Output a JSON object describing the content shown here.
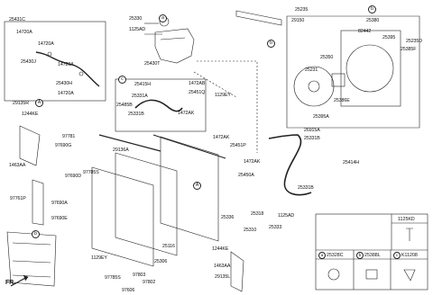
{
  "parts": {
    "p25431C": "25431C",
    "p14720A_1": "14720A",
    "p14720A_2": "14720A",
    "p25430J": "25430J",
    "p14720A_3": "14720A",
    "p25430H": "25430H",
    "p14720A_4": "14720A",
    "p25330": "25330",
    "p1125AD_top": "1125AD",
    "p25430T": "25430T",
    "p25235": "25235",
    "p29150": "29150",
    "p25380": "25380",
    "p82442": "82442",
    "p25395": "25395",
    "p25235D": "25235D",
    "p25385F": "25385F",
    "p25350": "25350",
    "p25231": "25231",
    "p25386E": "25386E",
    "p25395A": "25395A",
    "p25415H": "25415H",
    "p25331A": "25331A",
    "p25485B": "25485B",
    "p25331B_a": "25331B",
    "p1472AB": "1472AB",
    "p25451Q": "25451Q",
    "p1129EY_top": "1129EY",
    "p1472AK_1": "1472AK",
    "p1472AK_2": "1472AK",
    "p25451P": "25451P",
    "p1472AK_3": "1472AK",
    "p29135R": "29135R",
    "p1244KE_top": "1244KE",
    "p1463AA_top": "1463AA",
    "p97781": "97781",
    "p97690G": "97690G",
    "p97690D": "97690D",
    "p97785S_top": "97785S",
    "p29136A": "29136A",
    "p25450A": "25450A",
    "p26915A": "26915A",
    "p25331B_b": "25331B",
    "p25414H": "25414H",
    "p25331B_c": "25331B",
    "p97761P": "97761P",
    "p97690A": "97690A",
    "p97690E": "97690E",
    "p25318": "25318",
    "p25336": "25336",
    "p1125AD_mid": "1125AD",
    "p25310": "25310",
    "p25333": "25333",
    "p25116": "25116",
    "p25306": "25306",
    "p1244KE_bot": "1244KE",
    "p1129EY_bot": "1129EY",
    "p1463AA_bot": "1463AA",
    "p97803": "97803",
    "p97802": "97802",
    "p97785S_bot": "97785S",
    "p97606": "97606",
    "p29135L": "29135L"
  },
  "callouts": {
    "a": "a",
    "b": "b",
    "c": "c",
    "A": "A"
  },
  "legend": {
    "header": "1125KD",
    "cell_a_letter": "a",
    "cell_a_part": "25328C",
    "cell_b_letter": "b",
    "cell_b_part": "25388L",
    "cell_c_letter": "c",
    "cell_c_part": "K11208"
  },
  "fr_label": "FR."
}
